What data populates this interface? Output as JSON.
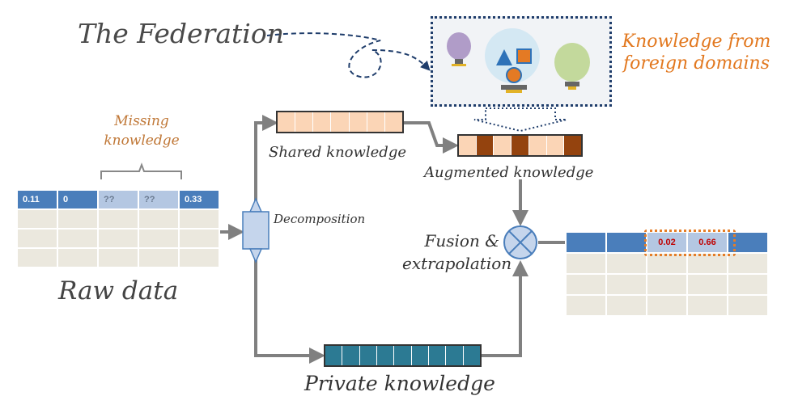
{
  "title": "The Federation",
  "foreign_label": "Knowledge from foreign domains",
  "missing_label": "Missing knowledge",
  "raw_label": "Raw data",
  "shared_label": "Shared knowledge",
  "augmented_label": "Augmented knowledge",
  "decomposition_label": "Decomposition",
  "fusion_label": "Fusion & extrapolation",
  "private_label": "Private knowledge",
  "raw_table": {
    "cells": [
      "0.11",
      "0",
      "??",
      "??",
      "0.33"
    ]
  },
  "output_table": {
    "cells": [
      "",
      "",
      "0.02",
      "0.66",
      ""
    ]
  },
  "colors": {
    "shared": "#fbd5b6",
    "augmented_dark": "#94430e",
    "private": "#2c7a93",
    "header": "#4a7ebb",
    "accent": "#e57d27",
    "arrow": "#808080"
  }
}
